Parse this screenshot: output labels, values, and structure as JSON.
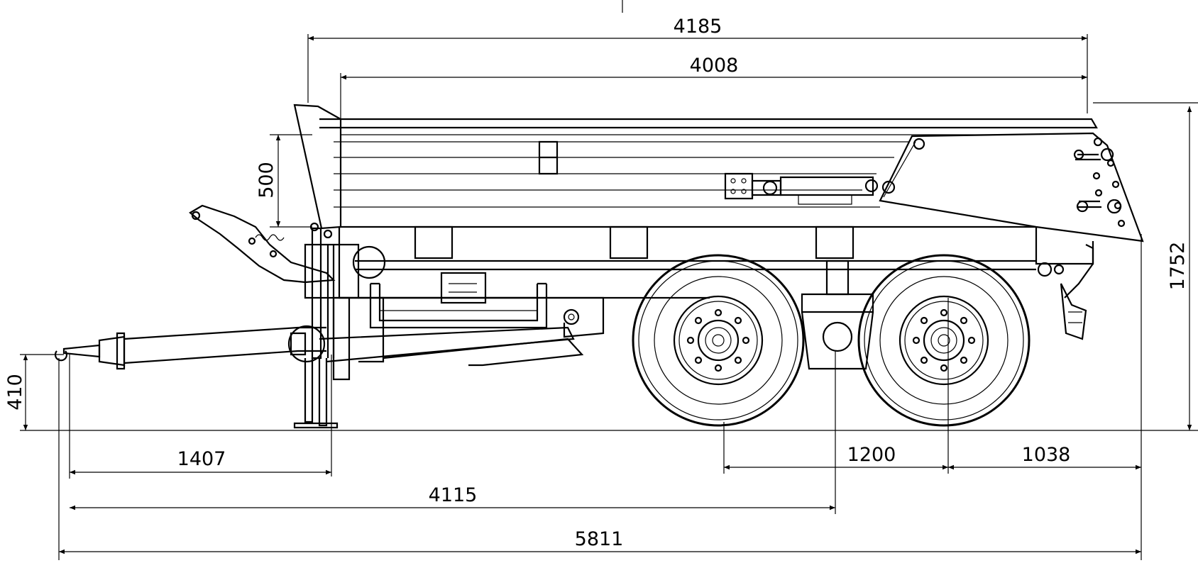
{
  "dimensions": {
    "overall_body_length": "4185",
    "inner_body_length": "4008",
    "side_height": "500",
    "overall_height": "1752",
    "drawbar_height": "410",
    "drawbar_to_support_leg": "1407",
    "drawbar_to_axle_center": "4115",
    "overall_length": "5811",
    "axle_spacing": "1200",
    "rear_overhang": "1038"
  }
}
